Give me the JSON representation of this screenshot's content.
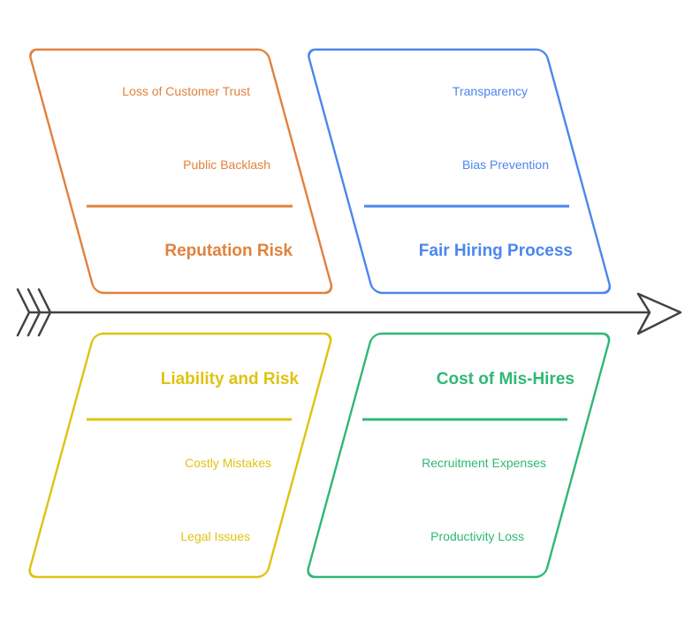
{
  "diagram": {
    "type": "fishbone",
    "background_color": "#ffffff",
    "spine": {
      "color": "#424242",
      "left_icon": "triple-chevron-feathers",
      "right_icon": "open-arrowhead"
    },
    "branches": [
      {
        "title": "Reputation Risk",
        "items": [
          "Loss of Customer Trust",
          "Public Backlash"
        ],
        "color": "#E0823C",
        "position": "top-left"
      },
      {
        "title": "Fair Hiring Process",
        "items": [
          "Transparency",
          "Bias Prevention"
        ],
        "color": "#4C86EE",
        "position": "top-right"
      },
      {
        "title": "Liability and Risk",
        "items": [
          "Costly Mistakes",
          "Legal Issues"
        ],
        "color": "#DFC312",
        "position": "bottom-left"
      },
      {
        "title": "Cost of Mis-Hires",
        "items": [
          "Recruitment Expenses",
          "Productivity Loss"
        ],
        "color": "#2FB876",
        "position": "bottom-right"
      }
    ]
  }
}
